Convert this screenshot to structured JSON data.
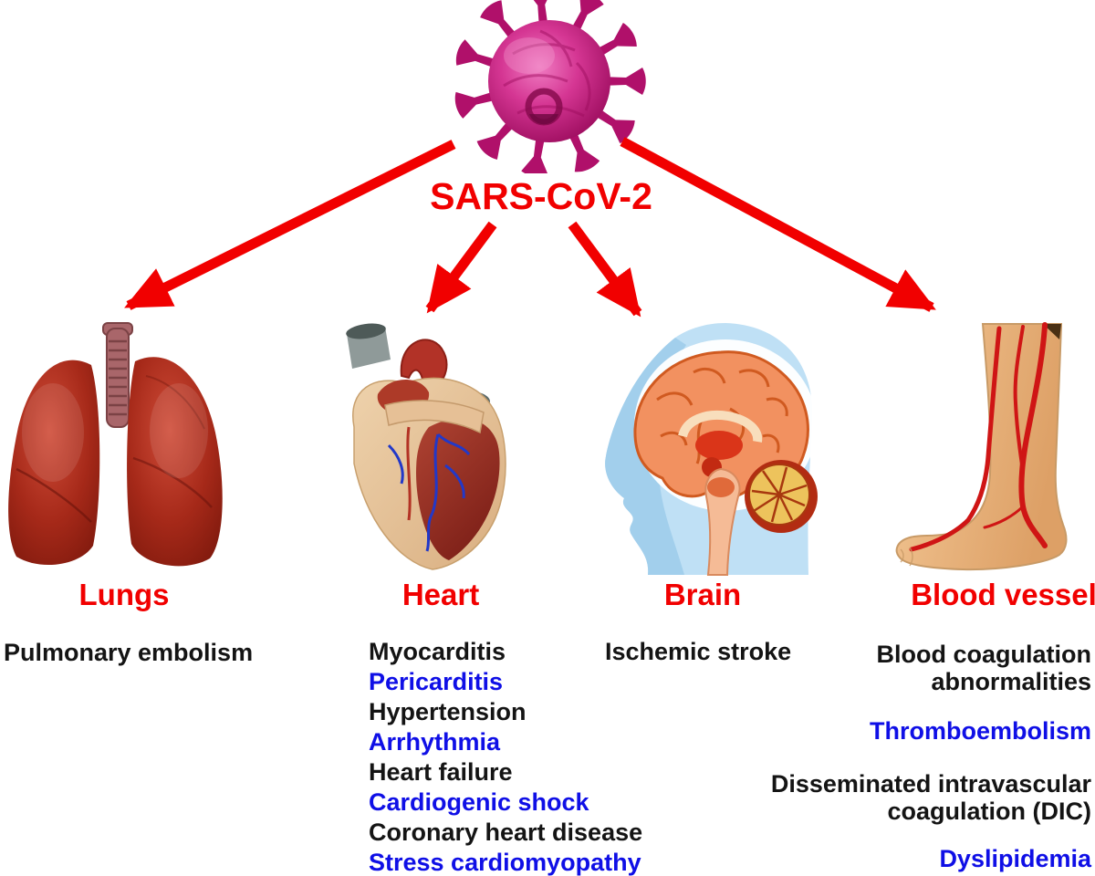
{
  "figure": {
    "virus_label": "SARS-CoV-2",
    "virus_icon": "coronavirus-particle",
    "colors": {
      "accent_red": "#f10000",
      "condition_black": "#141414",
      "condition_blue": "#0f0fe6",
      "virus_magenta": "#c01d7c"
    },
    "organs": [
      {
        "id": "lungs",
        "label": "Lungs",
        "conditions": [
          {
            "text": "Pulmonary embolism",
            "color": "black"
          }
        ]
      },
      {
        "id": "heart",
        "label": "Heart",
        "conditions": [
          {
            "text": "Myocarditis",
            "color": "black"
          },
          {
            "text": "Pericarditis",
            "color": "blue"
          },
          {
            "text": "Hypertension",
            "color": "black"
          },
          {
            "text": "Arrhythmia",
            "color": "blue"
          },
          {
            "text": "Heart failure",
            "color": "black"
          },
          {
            "text": "Cardiogenic shock",
            "color": "blue"
          },
          {
            "text": "Coronary heart disease",
            "color": "black"
          },
          {
            "text": "Stress cardiomyopathy",
            "color": "blue"
          }
        ]
      },
      {
        "id": "brain",
        "label": "Brain",
        "conditions": [
          {
            "text": "Ischemic stroke",
            "color": "black"
          }
        ]
      },
      {
        "id": "blood-vessel",
        "label": "Blood vessel",
        "conditions": [
          {
            "text": "Blood coagulation abnormalities",
            "color": "black"
          },
          {
            "text": "Thromboembolism",
            "color": "blue"
          },
          {
            "text": "Disseminated intravascular coagulation (DIC)",
            "color": "black"
          },
          {
            "text": "Dyslipidemia",
            "color": "blue"
          }
        ]
      }
    ]
  }
}
